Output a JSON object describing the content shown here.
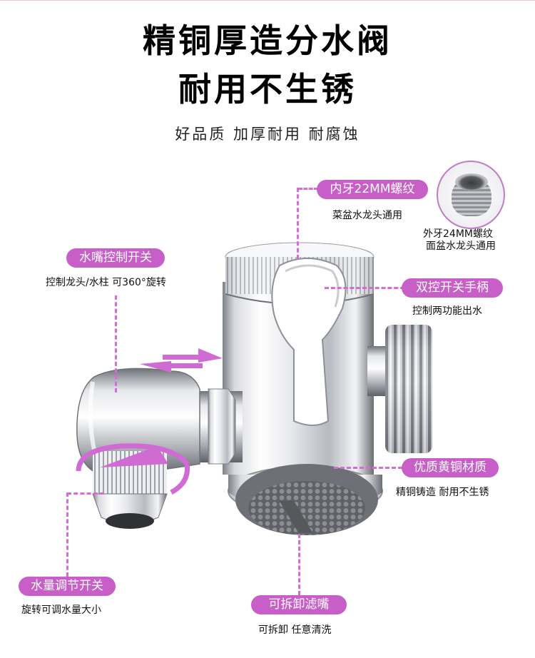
{
  "header": {
    "title_line1": "精铜厚造分水阀",
    "title_line2": "耐用不生锈",
    "subtitle": "好品质 加厚耐用 耐腐蚀"
  },
  "callouts": {
    "inner_thread": {
      "label": "内牙22MM螺纹",
      "desc": "菜盆水龙头通用"
    },
    "outer_thread": {
      "desc_line1": "外牙24MM螺纹",
      "desc_line2": "面盆水龙头通用"
    },
    "spout_switch": {
      "label": "水嘴控制开关",
      "desc": "控制龙头/水柱 可360°旋转"
    },
    "dual_handle": {
      "label": "双控开关手柄",
      "desc": "控制两功能出水"
    },
    "brass_material": {
      "label": "优质黄铜材质",
      "desc": "精铜铸造 耐用不生锈"
    },
    "flow_switch": {
      "label": "水量调节开关",
      "desc": "旋转可调水量大小"
    },
    "filter_nozzle": {
      "label": "可拆卸滤嘴",
      "desc": "可拆卸 任意清洗"
    }
  },
  "colors": {
    "accent_pill": "#c85fc9",
    "dash_line": "#d46dd6",
    "arrow": "#cf6bd2",
    "chrome_light": "#f4f5f7",
    "chrome_dark": "#6f7278"
  },
  "icons": {
    "left_right_arrows": "double-arrow-icon",
    "rotate_arrow": "rotate-arrow-icon"
  }
}
